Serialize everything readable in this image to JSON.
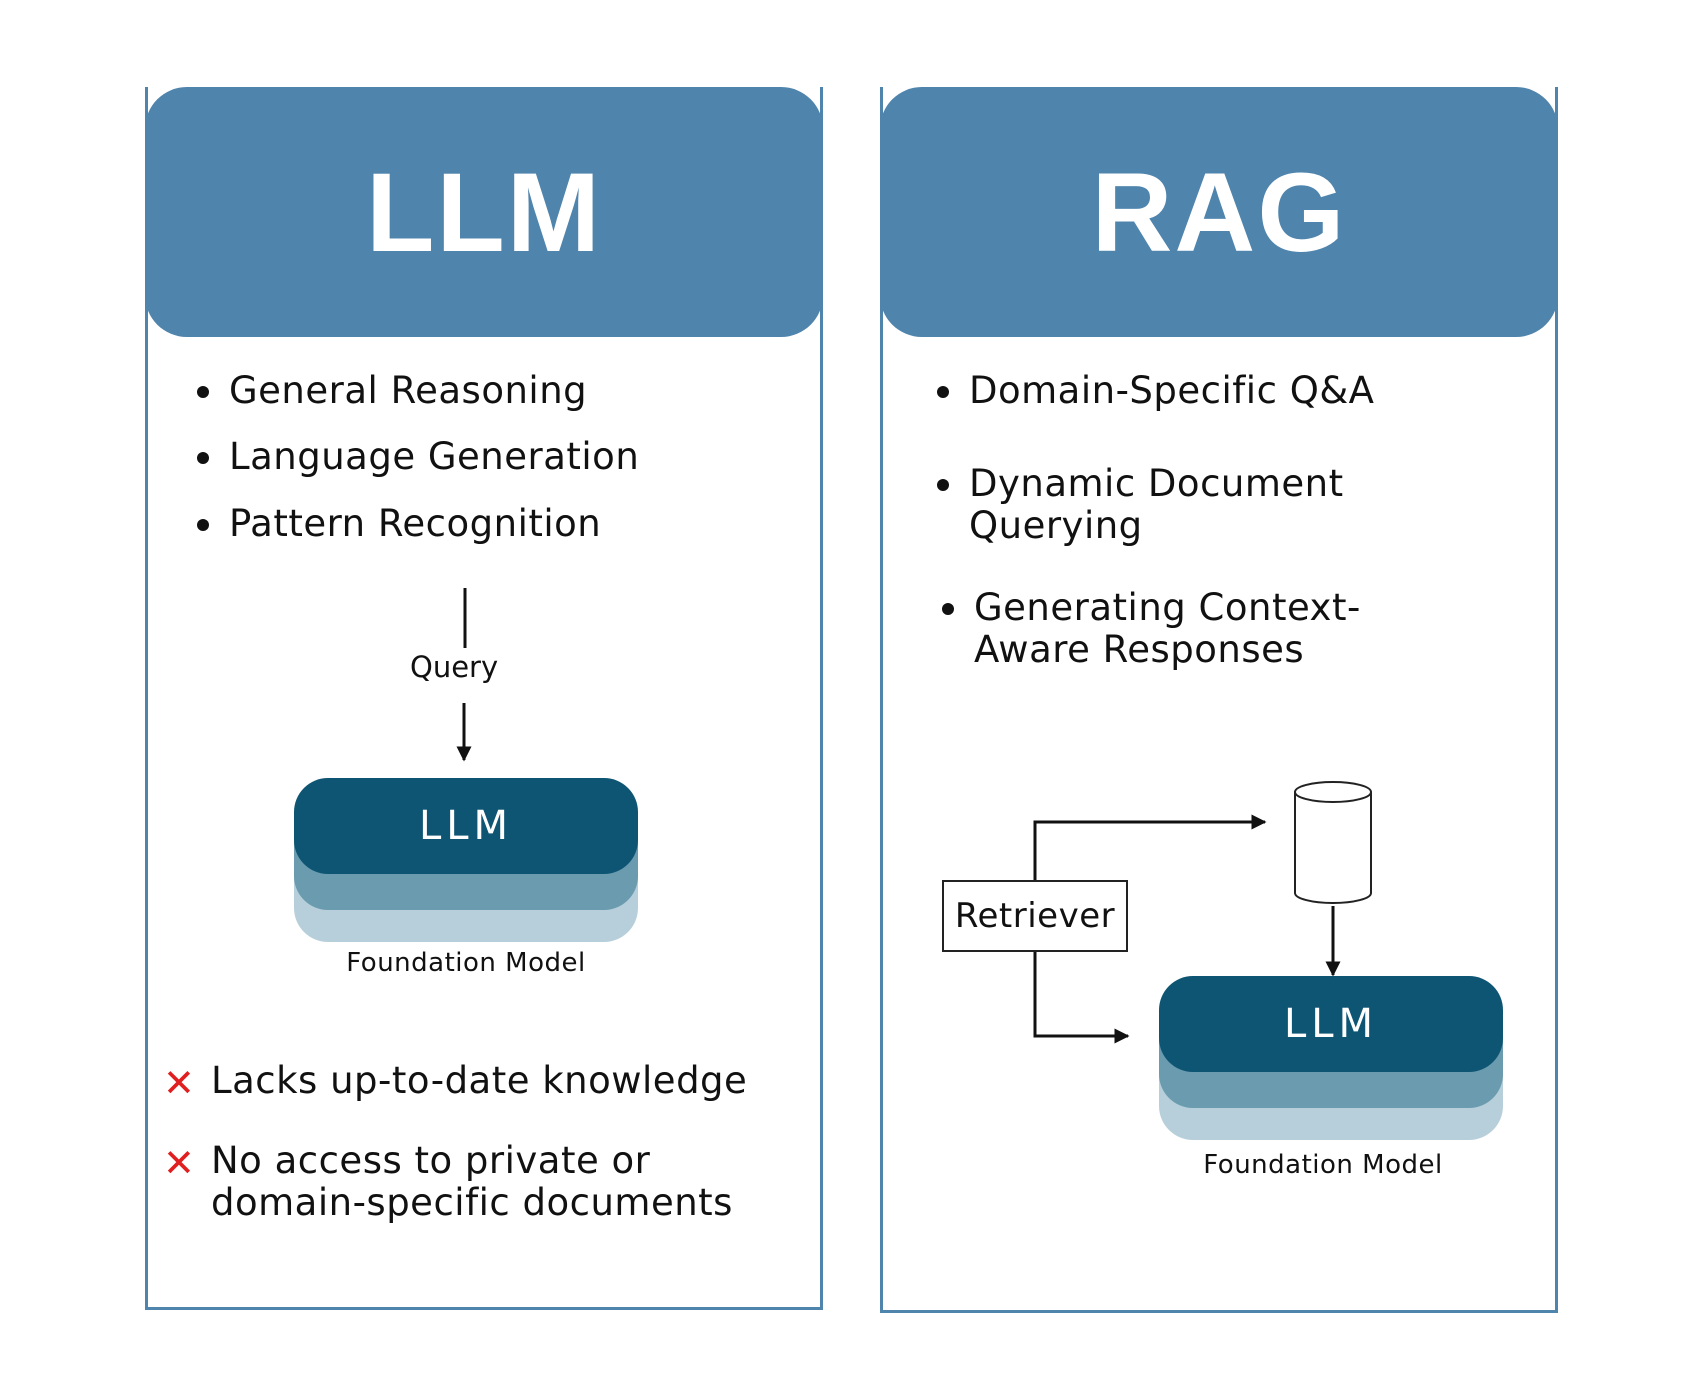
{
  "llm_panel": {
    "title": "LLM",
    "bullets": [
      "General Reasoning",
      "Language Generation",
      "Pattern Recognition"
    ],
    "query_label": "Query",
    "model_label": "LLM",
    "model_caption": "Foundation Model",
    "cons": [
      "Lacks up-to-date knowledge",
      "No access to private or domain-specific documents"
    ],
    "cross_symbol": "✕"
  },
  "rag_panel": {
    "title": "RAG",
    "bullets": [
      "Domain-Specific Q&A",
      "Dynamic Document Querying",
      "Generating Context-Aware Responses"
    ],
    "retriever_label": "Retriever",
    "model_label": "LLM",
    "model_caption": "Foundation Model"
  },
  "colors": {
    "header_blue": "#4f84ad",
    "model_dark": "#0e5573",
    "model_mid": "#6a9baf",
    "model_light": "#b7cfda",
    "cross_red": "#e02020"
  }
}
